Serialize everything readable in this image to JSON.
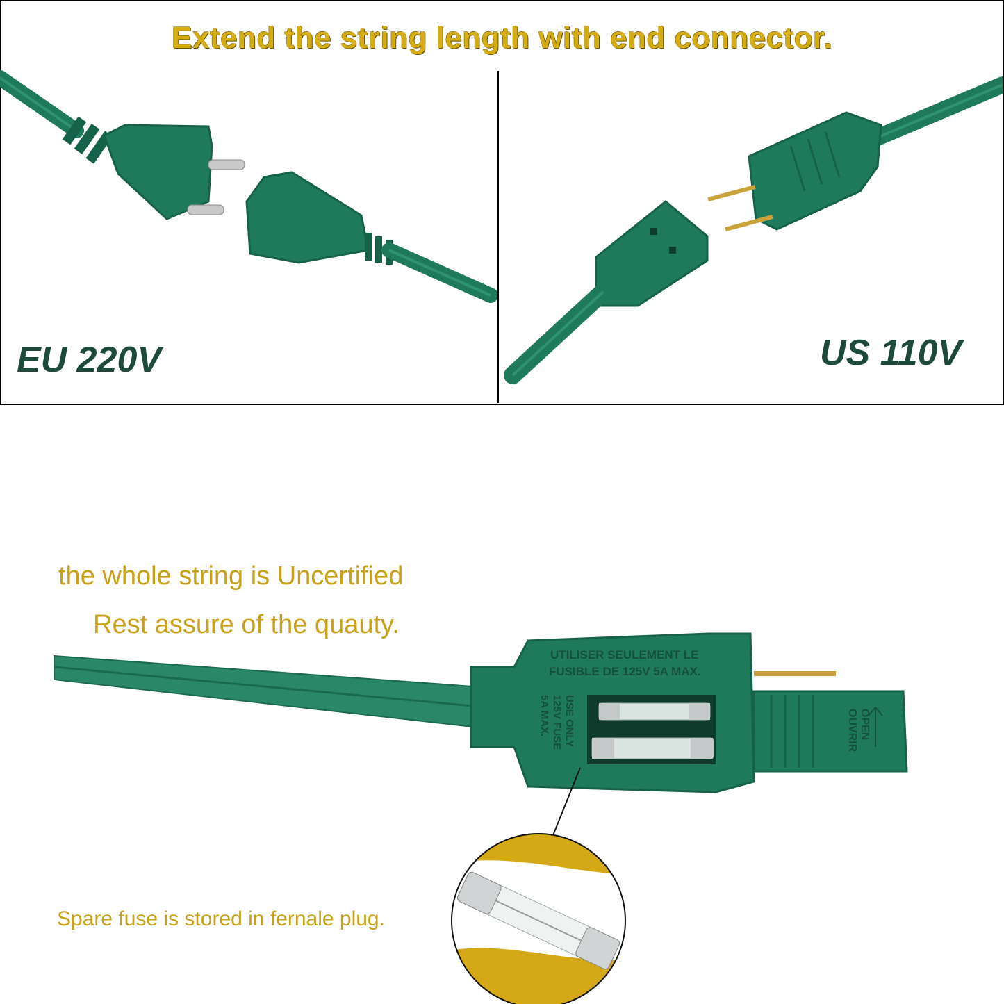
{
  "header": {
    "title": "Extend the string length with end connector."
  },
  "panels": {
    "eu": {
      "label": "EU 220V"
    },
    "us": {
      "label": "US 110V"
    }
  },
  "captions": {
    "line1": "the whole string is Uncertified",
    "line2": "Rest assure of the quauty.",
    "spare_fuse": "Spare fuse is stored in fernale plug."
  },
  "plug_markings": {
    "french_line1": "UTILISER SEULEMENT LE",
    "french_line2": "FUSIBLE DE 125V 5A MAX.",
    "english_line1": "USE ONLY",
    "english_line2": "125V FUSE",
    "english_line3": "5A MAX.",
    "cover_line1": "OPEN",
    "cover_line2": "OUVRIR"
  },
  "colors": {
    "cord_green": "#1f7a5c",
    "dark_green": "#16614a",
    "title_gold": "#d4ad12",
    "caption_gold": "#c9a118",
    "label_green": "#1d4a3b"
  }
}
